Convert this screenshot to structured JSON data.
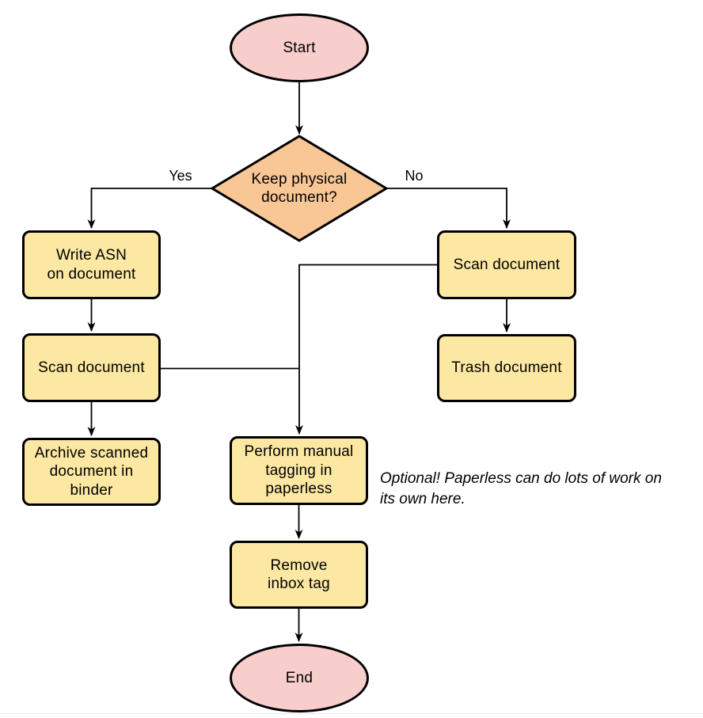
{
  "colors": {
    "terminal_fill": "#f8cecc",
    "decision_fill": "#f8c795",
    "process_fill": "#fce8a3",
    "stroke": "#000000",
    "text": "#000000"
  },
  "diagram": {
    "nodes": {
      "start": {
        "label": "Start",
        "type": "terminal"
      },
      "decision": {
        "label": "Keep physical\ndocument?",
        "type": "decision"
      },
      "write_asn": {
        "label": "Write ASN\non document",
        "type": "process"
      },
      "scan_left": {
        "label": "Scan document",
        "type": "process"
      },
      "archive": {
        "label": "Archive scanned\ndocument in\nbinder",
        "type": "process"
      },
      "scan_right": {
        "label": "Scan document",
        "type": "process"
      },
      "trash": {
        "label": "Trash document",
        "type": "process"
      },
      "tagging": {
        "label": "Perform manual\ntagging in\npaperless",
        "type": "process"
      },
      "remove_inbox": {
        "label": "Remove\ninbox tag",
        "type": "process"
      },
      "end": {
        "label": "End",
        "type": "terminal"
      }
    },
    "edge_labels": {
      "yes": "Yes",
      "no": "No"
    },
    "annotation": "Optional! Paperless can do lots of work on\nits own here."
  }
}
